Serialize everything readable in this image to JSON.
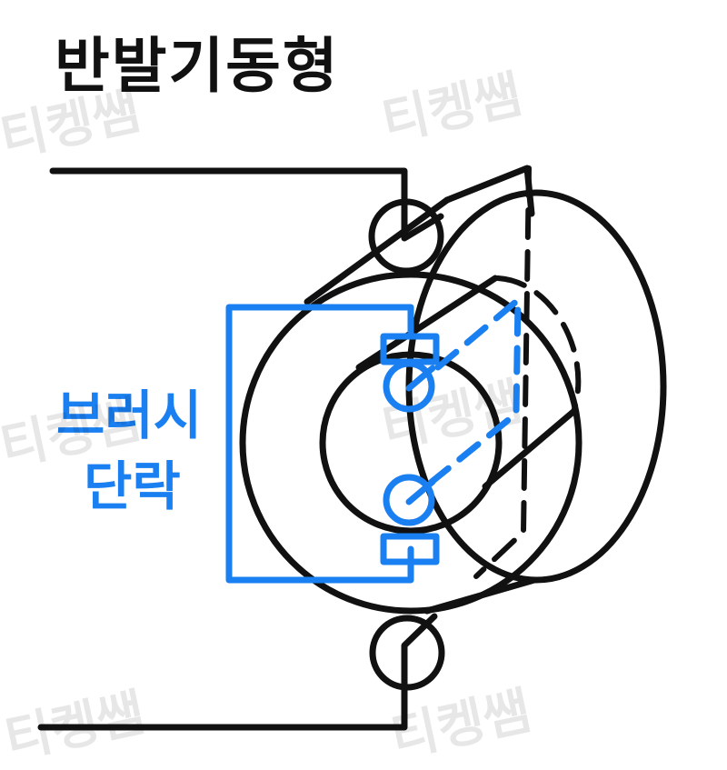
{
  "title": "반발기동형",
  "label": {
    "line1": "브러시",
    "line2": "단락"
  },
  "watermark": "티켕쌤",
  "colors": {
    "ink": "#111111",
    "accent": "#1a7ff0"
  }
}
